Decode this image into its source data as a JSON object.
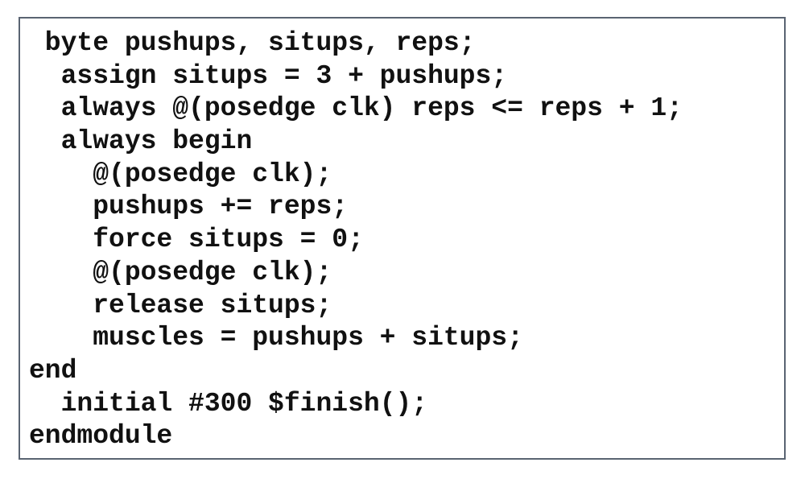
{
  "code": {
    "lines": [
      " byte pushups, situps, reps;",
      "  assign situps = 3 + pushups;",
      "  always @(posedge clk) reps <= reps + 1;",
      "  always begin",
      "    @(posedge clk);",
      "    pushups += reps;",
      "    force situps = 0;",
      "    @(posedge clk);",
      "    release situps;",
      "    muscles = pushups + situps;",
      "end",
      "  initial #300 $finish();",
      "endmodule"
    ]
  }
}
